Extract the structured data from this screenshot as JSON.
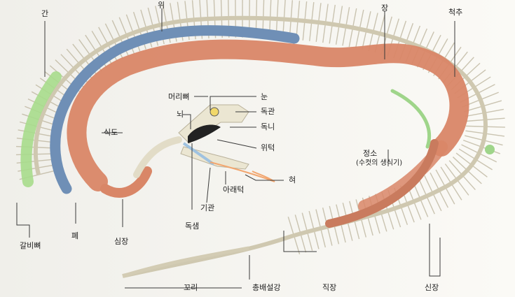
{
  "labels": {
    "liver": "간",
    "stomach": "위",
    "intestine": "장",
    "spine": "척추",
    "skull": "머리뼈",
    "eye": "눈",
    "brain": "뇌",
    "venom_duct": "독관",
    "fang": "독니",
    "upper_jaw": "위턱",
    "esophagus": "식도",
    "testis": "정소",
    "testis_note": "(수컷의 생식기)",
    "tongue": "혀",
    "lower_jaw": "아래턱",
    "trachea": "기관",
    "venom_gland": "독샘",
    "ribs": "갈비뼈",
    "lung": "폐",
    "heart": "심장",
    "tail": "꼬리",
    "cloaca": "총배설강",
    "rectum": "직장",
    "kidney": "신장"
  },
  "colors": {
    "bone": "#e6e1cf",
    "bone_stroke": "#b9b19a",
    "intestine": "#d98667",
    "lung": "#6f8fb6",
    "liver": "#9fd58a",
    "line": "#3a3a3a"
  }
}
